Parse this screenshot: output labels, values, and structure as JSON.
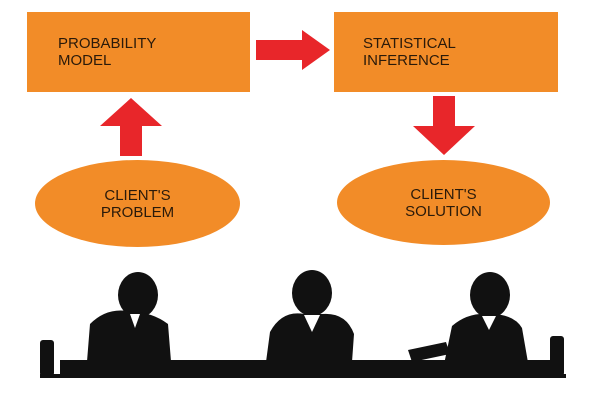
{
  "diagram": {
    "boxes": [
      {
        "id": "probability-model",
        "label": "PROBABILITY\nMODEL"
      },
      {
        "id": "statistical-inference",
        "label": "STATISTICAL\nINFERENCE"
      }
    ],
    "ovals": [
      {
        "id": "clients-problem",
        "label": "CLIENT'S\nPROBLEM"
      },
      {
        "id": "clients-solution",
        "label": "CLIENT'S\nSOLUTION"
      }
    ],
    "arrows": [
      {
        "from": "clients-problem",
        "to": "probability-model",
        "direction": "up"
      },
      {
        "from": "probability-model",
        "to": "statistical-inference",
        "direction": "right"
      },
      {
        "from": "statistical-inference",
        "to": "clients-solution",
        "direction": "down"
      }
    ],
    "colors": {
      "node_fill": "#f28c28",
      "node_text": "#2a1a0a",
      "arrow": "#e8262a",
      "silhouette": "#111111"
    },
    "illustration": "meeting-silhouette"
  }
}
